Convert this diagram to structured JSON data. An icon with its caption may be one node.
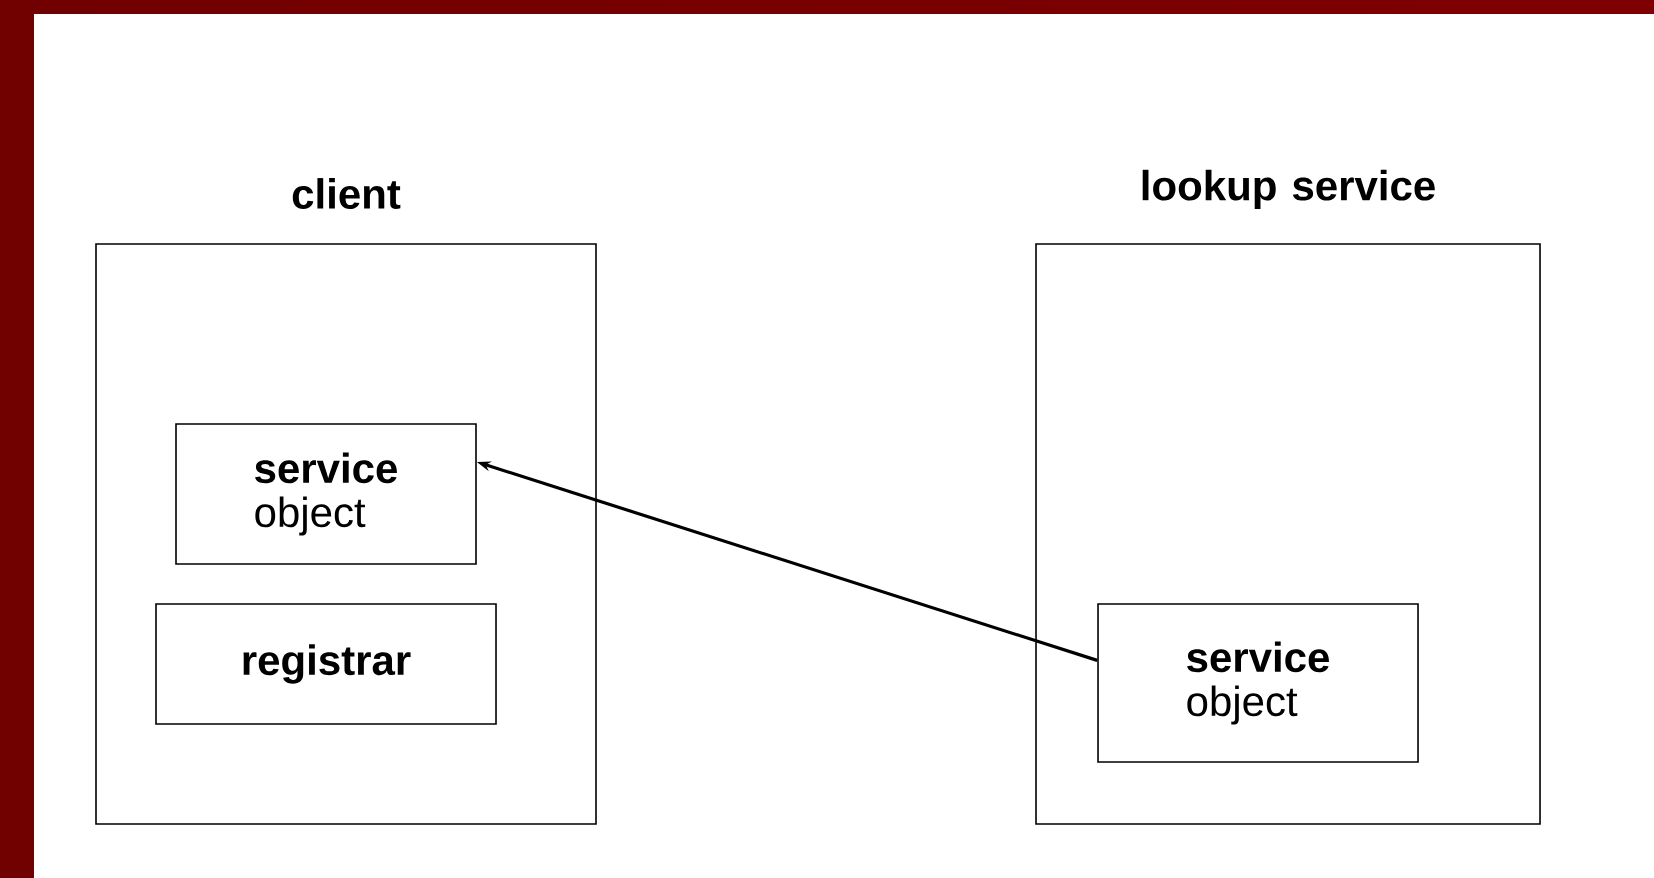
{
  "diagram": {
    "nodes": [
      {
        "text": [
          "client"
        ]
      },
      {
        "text": [
          "service",
          "object"
        ],
        "in": 0
      },
      {
        "text": [
          "registrar"
        ],
        "in": 0
      },
      {
        "text": [
          "lookup service"
        ]
      },
      {
        "text": [
          "service",
          "object"
        ],
        "in": 3
      }
    ],
    "edges": [
      {
        "from": 4,
        "to": 1,
        "arrow": "to"
      }
    ]
  }
}
